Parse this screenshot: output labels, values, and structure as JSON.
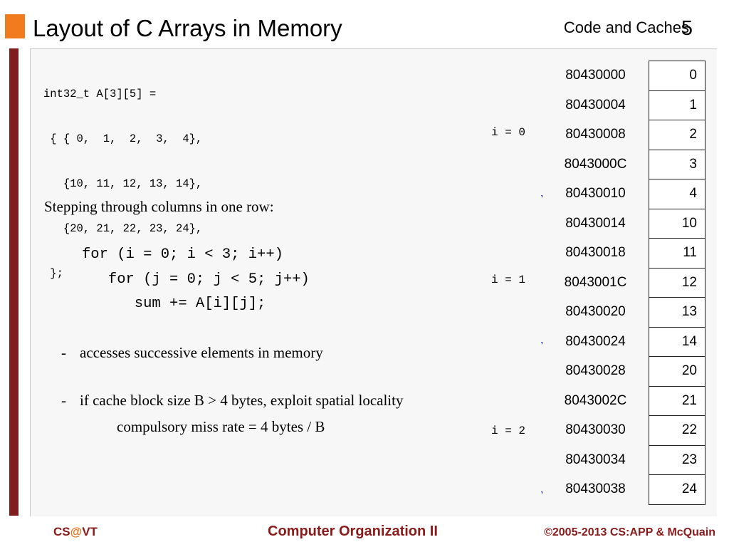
{
  "header": {
    "title": "Layout of C Arrays in Memory",
    "section": "Code and Caches",
    "slide_number": "5"
  },
  "declaration": [
    "int32_t A[3][5] =",
    " { { 0,  1,  2,  3,  4},",
    "   {10, 11, 12, 13, 14},",
    "   {20, 21, 22, 23, 24},",
    " };"
  ],
  "body": {
    "stepping_text": "Stepping through columns in one row:",
    "loop": [
      "for (i = 0; i < 3; i++)",
      "   for (j = 0; j < 5; j++)",
      "      sum += A[i][j];"
    ],
    "bullet1": "accesses successive elements in memory",
    "bullet2": "if cache block size B > 4 bytes, exploit spatial locality",
    "bullet_dash": "-",
    "subline": "compulsory miss rate = 4 bytes / B"
  },
  "row_labels": [
    "i = 0",
    "i = 1",
    "i = 2"
  ],
  "memory": [
    {
      "addr": "80430000",
      "value": "0"
    },
    {
      "addr": "80430004",
      "value": "1"
    },
    {
      "addr": "80430008",
      "value": "2"
    },
    {
      "addr": "8043000C",
      "value": "3"
    },
    {
      "addr": "80430010",
      "value": "4"
    },
    {
      "addr": "80430014",
      "value": "10"
    },
    {
      "addr": "80430018",
      "value": "11"
    },
    {
      "addr": "8043001C",
      "value": "12"
    },
    {
      "addr": "80430020",
      "value": "13"
    },
    {
      "addr": "80430024",
      "value": "14"
    },
    {
      "addr": "80430028",
      "value": "20"
    },
    {
      "addr": "8043002C",
      "value": "21"
    },
    {
      "addr": "80430030",
      "value": "22"
    },
    {
      "addr": "80430034",
      "value": "23"
    },
    {
      "addr": "80430038",
      "value": "24"
    }
  ],
  "footer": {
    "left_prefix": "CS",
    "left_at": "@",
    "left_suffix": "VT",
    "center": "Computer Organization II",
    "right": "©2005-2013 CS:APP & McQuain"
  },
  "colors": {
    "accent": "#f07c1e",
    "left_bar": "#7f1d1d",
    "arrow": "#1a1adb",
    "footer_text": "#8b1a1a"
  }
}
